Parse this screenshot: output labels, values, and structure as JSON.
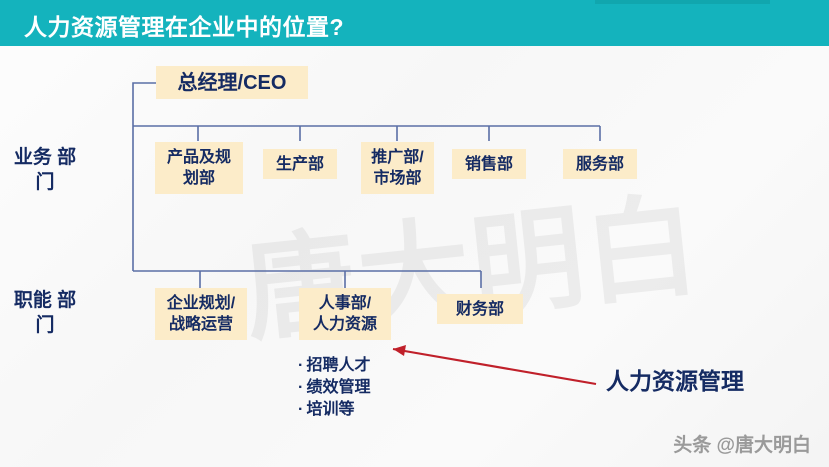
{
  "header": {
    "title": "人力资源管理在企业中的位置?",
    "bg_color": "#14b3bd",
    "text_color": "#ffffff"
  },
  "theme": {
    "box_fill": "#fcecc9",
    "text_navy": "#152b63",
    "connector_color": "#5b6fa6",
    "arrow_color": "#c0202a"
  },
  "side_labels": {
    "business": "业务\n部门",
    "functional": "职能\n部门"
  },
  "org_chart": {
    "root": {
      "label": "总经理/CEO"
    },
    "business_departments": [
      {
        "label": "产品及规\n划部"
      },
      {
        "label": "生产部"
      },
      {
        "label": "推广部/\n市场部"
      },
      {
        "label": "销售部"
      },
      {
        "label": "服务部"
      }
    ],
    "functional_departments": [
      {
        "label": "企业规划/\n战略运营"
      },
      {
        "label": "人事部/\n人力资源"
      },
      {
        "label": "财务部"
      }
    ]
  },
  "hr_bullets": [
    "招聘人才",
    "绩效管理",
    "培训等"
  ],
  "callout": {
    "label": "人力资源管理"
  },
  "watermarks": {
    "center": "唐大明白",
    "bottom_right": "头条 @唐大明白"
  }
}
